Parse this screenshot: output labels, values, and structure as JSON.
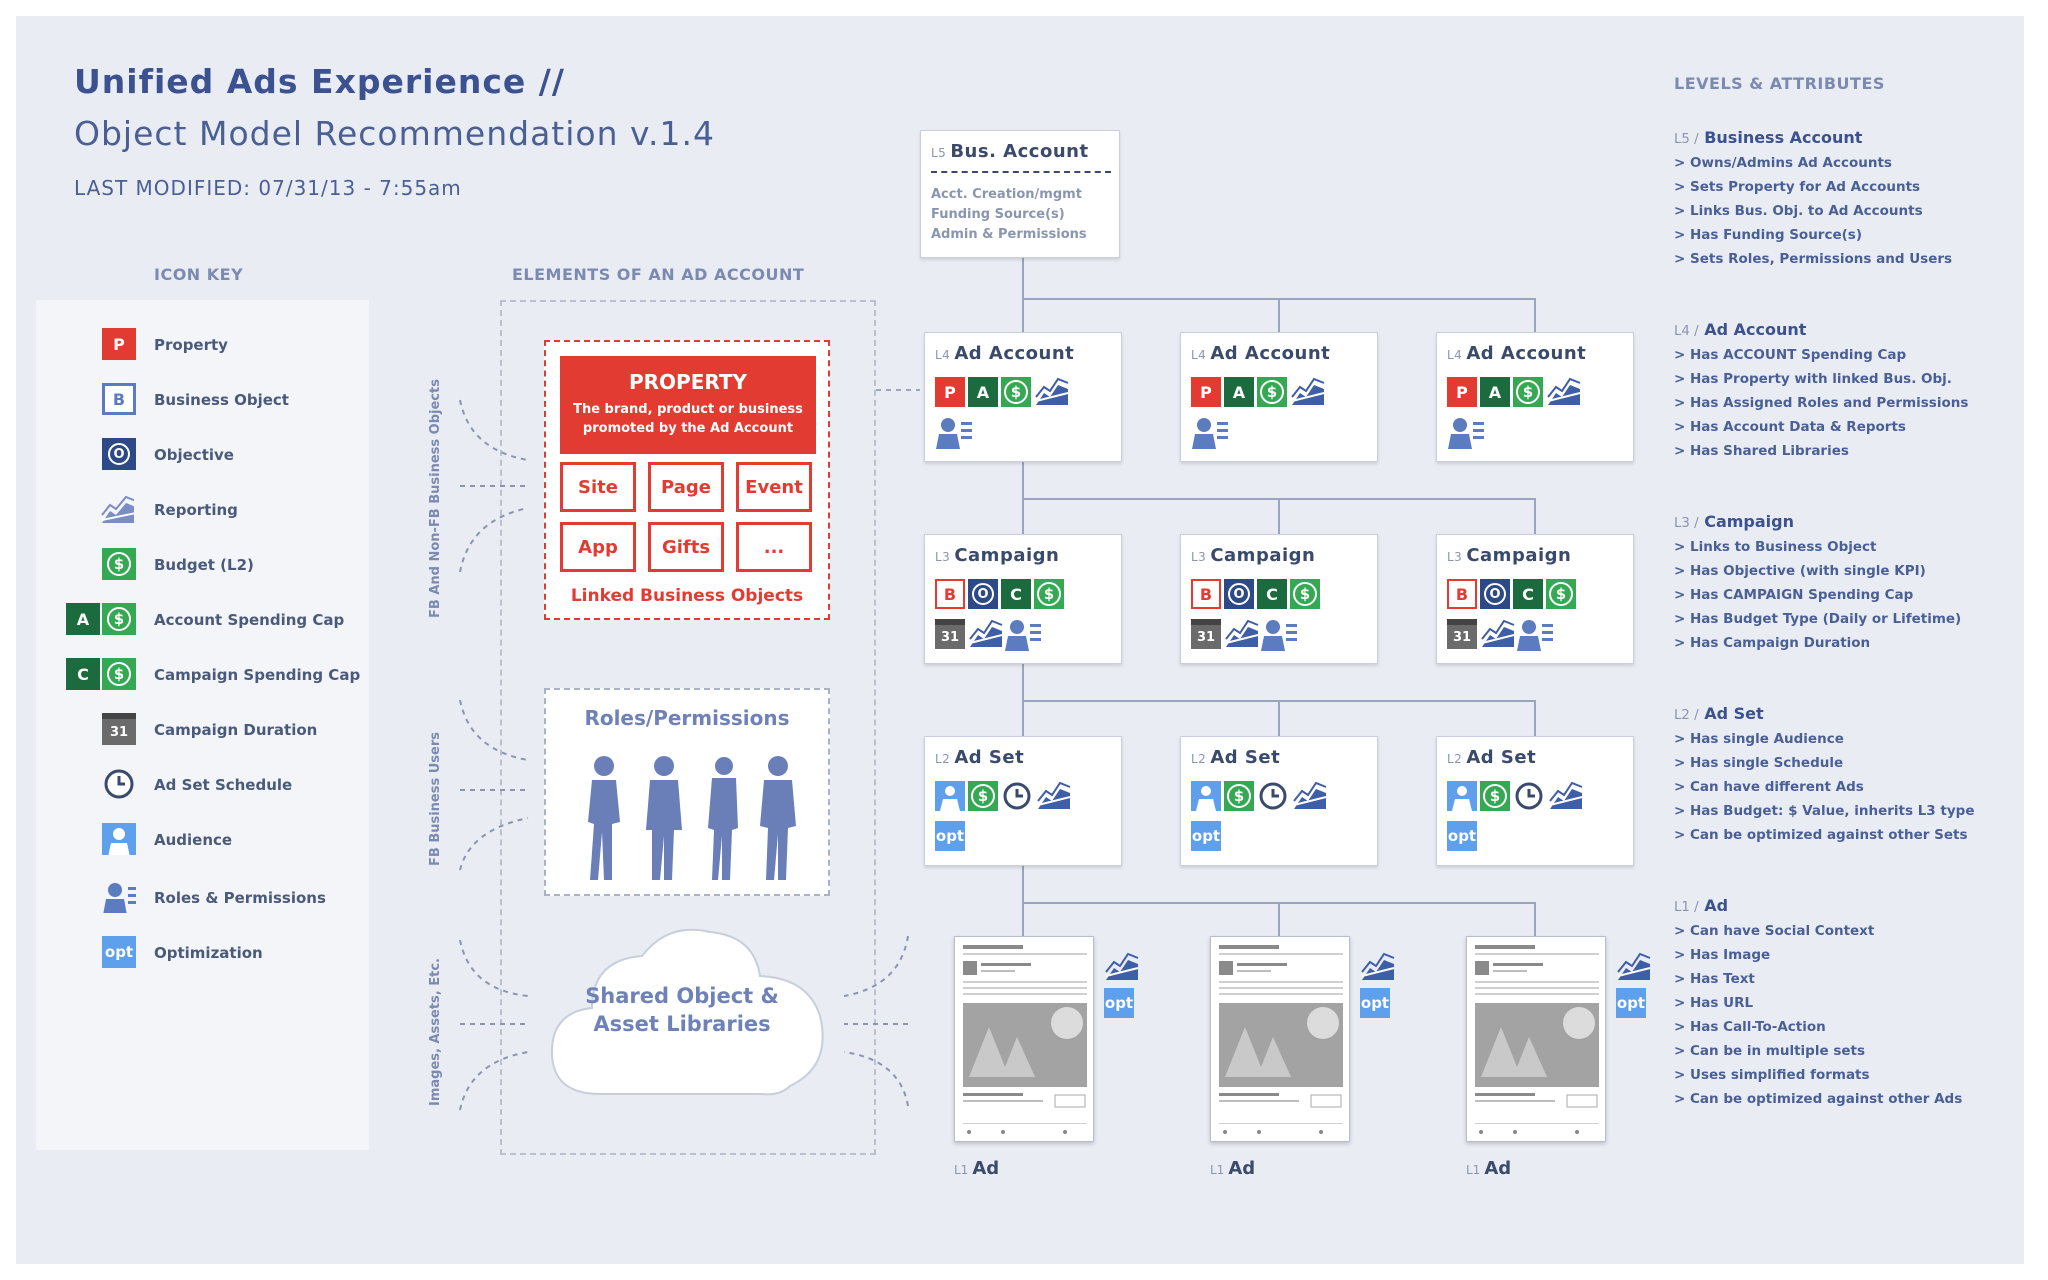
{
  "header": {
    "title": "Unified Ads Experience //",
    "subtitle": "Object Model Recommendation v.1.4",
    "last_modified": "LAST MODIFIED: 07/31/13 - 7:55am"
  },
  "icon_key": {
    "heading": "ICON KEY",
    "items": [
      {
        "icon": "P",
        "label": "Property",
        "icon_name": "property-icon"
      },
      {
        "icon": "B",
        "label": "Business Object",
        "icon_name": "business-object-icon"
      },
      {
        "icon": "O",
        "label": "Objective",
        "icon_name": "objective-icon"
      },
      {
        "icon": "",
        "label": "Reporting",
        "icon_name": "reporting-icon"
      },
      {
        "icon": "$",
        "label": "Budget (L2)",
        "icon_name": "budget-icon"
      },
      {
        "icon": "A",
        "label": "Account Spending Cap",
        "icon_name": "account-spending-cap-icon"
      },
      {
        "icon": "C",
        "label": "Campaign Spending Cap",
        "icon_name": "campaign-spending-cap-icon"
      },
      {
        "icon": "31",
        "label": "Campaign Duration",
        "icon_name": "calendar-icon"
      },
      {
        "icon": "",
        "label": "Ad Set Schedule",
        "icon_name": "clock-icon"
      },
      {
        "icon": "",
        "label": "Audience",
        "icon_name": "audience-icon"
      },
      {
        "icon": "",
        "label": "Roles & Permissions",
        "icon_name": "roles-permissions-icon"
      },
      {
        "icon": "opt",
        "label": "Optimization",
        "icon_name": "optimization-icon"
      }
    ]
  },
  "elements": {
    "heading": "ELEMENTS OF AN AD ACCOUNT",
    "side_labels": [
      "FB And Non-FB Business Objects",
      "FB Business Users",
      "Images, Assets, Etc."
    ],
    "property": {
      "title": "PROPERTY",
      "description": "The brand, product or business promoted by the Ad Account",
      "items": [
        "Site",
        "Page",
        "Event",
        "App",
        "Gifts",
        "..."
      ],
      "footer": "Linked Business Objects"
    },
    "roles": "Roles/Permissions",
    "shared": "Shared Object & Asset Libraries"
  },
  "hierarchy": {
    "l5": {
      "level": "L5",
      "title": "Bus. Account",
      "lines": [
        "Acct. Creation/mgmt",
        "Funding Source(s)",
        "Admin & Permissions"
      ]
    },
    "l4": {
      "level": "L4",
      "title": "Ad Account"
    },
    "l3": {
      "level": "L3",
      "title": "Campaign"
    },
    "l2": {
      "level": "L2",
      "title": "Ad Set"
    },
    "l1": {
      "level": "L1",
      "title": "Ad"
    },
    "icons": {
      "p": "P",
      "a": "A",
      "dollar": "$",
      "b": "B",
      "o": "O",
      "c": "C",
      "cal": "31",
      "opt": "opt"
    }
  },
  "attributes": {
    "heading": "LEVELS & ATTRIBUTES",
    "levels": [
      {
        "level": "L5 /",
        "name": "Business Account",
        "items": [
          "> Owns/Admins Ad Accounts",
          "> Sets Property for Ad Accounts",
          "> Links Bus. Obj. to Ad Accounts",
          "> Has Funding Source(s)",
          "> Sets Roles, Permissions and Users"
        ]
      },
      {
        "level": "L4 /",
        "name": "Ad Account",
        "items": [
          "> Has ACCOUNT Spending Cap",
          "> Has Property with linked Bus. Obj.",
          "> Has Assigned Roles and Permissions",
          "> Has Account Data & Reports",
          "> Has Shared Libraries"
        ]
      },
      {
        "level": "L3 /",
        "name": "Campaign",
        "items": [
          "> Links to Business Object",
          "> Has Objective (with single KPI)",
          "> Has CAMPAIGN Spending Cap",
          "> Has Budget Type (Daily or Lifetime)",
          "> Has Campaign Duration"
        ]
      },
      {
        "level": "L2 /",
        "name": "Ad Set",
        "items": [
          "> Has single Audience",
          "> Has single Schedule",
          "> Can have different Ads",
          "> Has Budget: $ Value, inherits L3 type",
          "> Can be optimized against other Sets"
        ]
      },
      {
        "level": "L1 /",
        "name": "Ad",
        "items": [
          "> Can have Social Context",
          "> Has Image",
          "> Has Text",
          "> Has URL",
          "> Has Call-To-Action",
          "> Can be in multiple sets",
          "> Uses simplified formats",
          "> Can be optimized against other Ads"
        ]
      }
    ]
  },
  "colors": {
    "brand": "#3b5190",
    "property_red": "#e23c32",
    "dark_green": "#1c6b3e",
    "green": "#34a853",
    "blue": "#5fa0ec"
  }
}
